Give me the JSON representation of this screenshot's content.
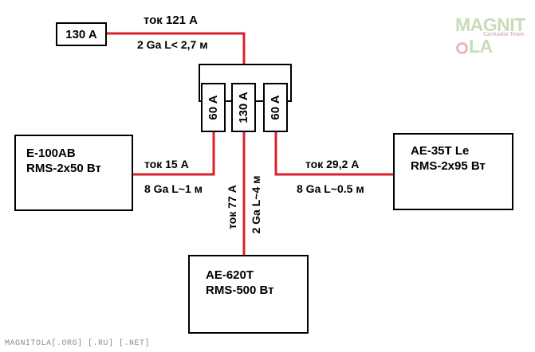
{
  "logo": {
    "left": "MAGNIT",
    "right": "LA",
    "sub": "CarAudio Team"
  },
  "main_fuse": {
    "label": "130 A"
  },
  "main_feed": {
    "current": "ток 121 A",
    "cable": "2 Ga L< 2,7 м"
  },
  "distribution_block": {
    "fuses": [
      "60 A",
      "130 A",
      "60 A"
    ]
  },
  "devices": {
    "left": {
      "name": "E-100AB",
      "rms": "RMS-2x50 Вт"
    },
    "right": {
      "name": "AE-35T Le",
      "rms": "RMS-2x95 Вт"
    },
    "bottom": {
      "name": "AE-620T",
      "rms": "RMS-500 Вт"
    }
  },
  "links": {
    "left": {
      "current": "ток 15 A",
      "cable": "8 Ga L~1 м"
    },
    "right": {
      "current": "ток 29,2 A",
      "cable": "8 Ga L~0.5 м"
    },
    "bottom": {
      "current": "ток 77 A",
      "cable": "2 Ga L~4 м"
    }
  },
  "footer": "MAGNITOLA[.ORG] [.RU] [.NET]",
  "colors": {
    "wire": "#d8222a",
    "outline": "#000000",
    "background": "#ffffff"
  }
}
